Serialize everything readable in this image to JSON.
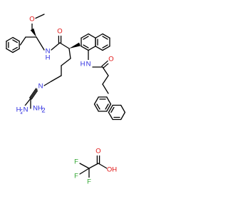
{
  "colors": {
    "carbon": "#000000",
    "nitrogen": "#2a2ae0",
    "oxygen": "#e01010",
    "fluorine": "#33a833",
    "background": "#ffffff"
  },
  "atom_labels": {
    "methoxy_o": "O",
    "amide1_o": "O",
    "amide1_n": "N",
    "amide1_h": "H",
    "guan_n": "N",
    "guan_nh2_top": "NH",
    "guan_nh2_top_sub": "2",
    "guan_nh2_bottom": "H",
    "guan_nh2_bottom_n": "N",
    "guan_nh2_bottom_sub": "2",
    "amide2_n": "N",
    "amide2_h": "H",
    "amide2_o": "O",
    "tfa_o_double": "O",
    "tfa_o_h": "OH",
    "tfa_f1": "F",
    "tfa_f2": "F",
    "tfa_f3": "F"
  }
}
